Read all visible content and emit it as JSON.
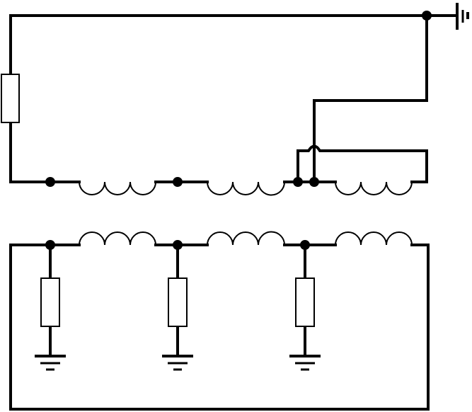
{
  "diagram": {
    "type": "circuit-schematic",
    "background": "#ffffff",
    "ink": "#000000",
    "upper_circuit": {
      "components": [
        "battery",
        "resistor",
        "inductor",
        "inductor",
        "inductor"
      ],
      "junction_count": 5
    },
    "lower_circuit": {
      "components": [
        "inductor",
        "inductor",
        "inductor",
        "resistor",
        "resistor",
        "resistor",
        "ground",
        "ground",
        "ground"
      ],
      "junction_count": 3
    }
  }
}
